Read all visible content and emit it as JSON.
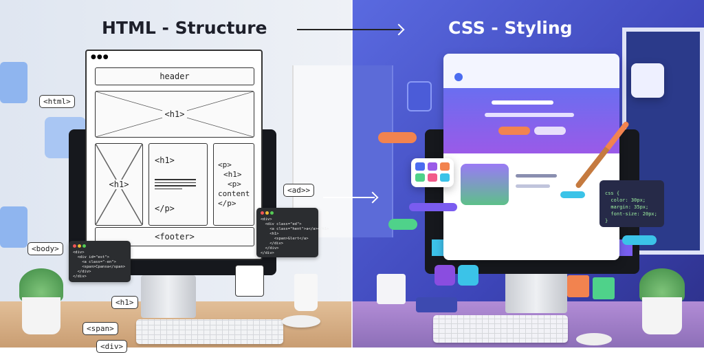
{
  "titles": {
    "left": "HTML - Structure",
    "right": "CSS - Styling"
  },
  "wireframe": {
    "header": "header",
    "hero": "<h1>",
    "side": "<h1>",
    "mid_h1": "<h1>",
    "mid_p": "</p>",
    "right_p": "<p>",
    "right_h1": "<h1>",
    "right_p2": "<p>",
    "right_content": "content",
    "right_pend": "</p>",
    "footer": "<footer>"
  },
  "tags": {
    "html": "<html>",
    "body": "<body>",
    "h1": "<h1>",
    "span": "<span>",
    "div": "<div>",
    "ad": "<ad>>"
  },
  "code_left": "<div>\n  <div id=\"est\">\n    <a class=\"-en\">\n    <span>Cpansa</span>\n  </div>\n</div>",
  "code_right": "<div>\n  <div class=\"ed\">\n    <a class=\"hent\">a</a></h1>\n    <h1>\n      <span>Glert</a>\n    </div>\n  </div>\n</div>",
  "code_css": "css {\n  color: 30px;\n  margin: 35px;\n  font-size: 20px;\n}",
  "colors": {
    "left_bg": "#e8ecf3",
    "right_bg": "#4a55cc",
    "accent_orange": "#f2834f",
    "accent_purple": "#8a4de0",
    "accent_green": "#4fd28a"
  }
}
